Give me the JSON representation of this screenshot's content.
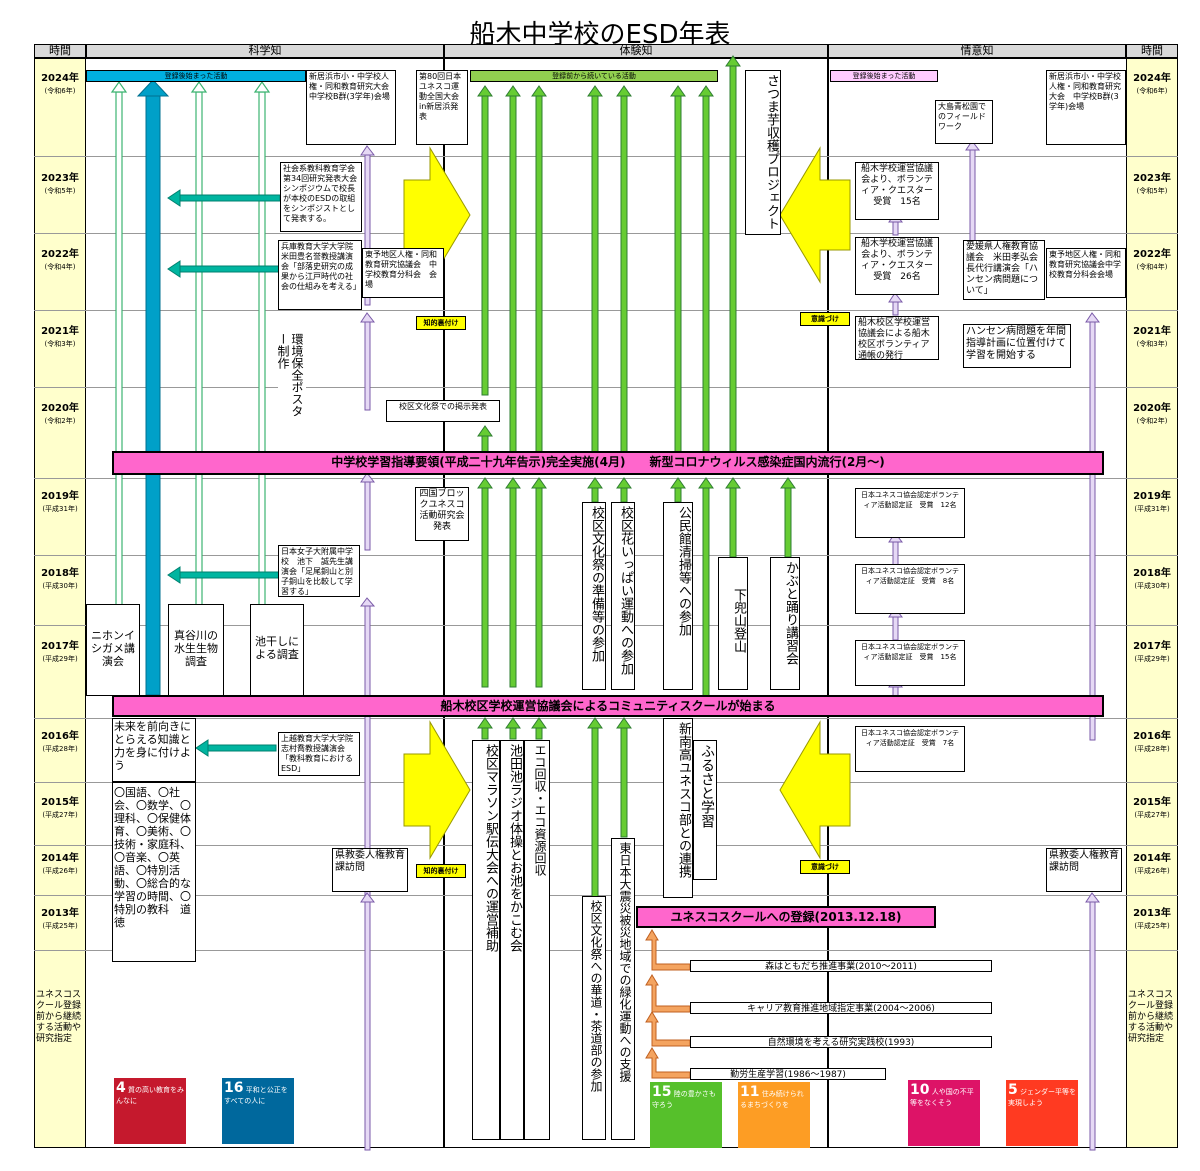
{
  "title": "船木中学校のESD年表",
  "headers": {
    "time_l": "時間",
    "sci": "科学知",
    "exp": "体験知",
    "emo": "情意知",
    "time_r": "時間"
  },
  "years": [
    {
      "y": "2024年",
      "e": "(令和6年)"
    },
    {
      "y": "2023年",
      "e": "(令和5年)"
    },
    {
      "y": "2022年",
      "e": "(令和4年)"
    },
    {
      "y": "2021年",
      "e": "(令和3年)"
    },
    {
      "y": "2020年",
      "e": "(令和2年)"
    },
    {
      "y": "2019年",
      "e": "(平成31年)"
    },
    {
      "y": "2018年",
      "e": "(平成30年)"
    },
    {
      "y": "2017年",
      "e": "(平成29年)"
    },
    {
      "y": "2016年",
      "e": "(平成28年)"
    },
    {
      "y": "2015年",
      "e": "(平成27年)"
    },
    {
      "y": "2014年",
      "e": "(平成26年)"
    },
    {
      "y": "2013年",
      "e": "(平成25年)"
    }
  ],
  "pre_reg": "ユネスコスクール登録前から継続する活動や研究指定",
  "bars": {
    "sci": "登録後始まった活動",
    "exp": "登録前から続いている活動",
    "emo": "登録後始まった活動",
    "covid": "中学校学習指導要領(平成二十九年告示)完全実施(4月)　　新型コロナウィルス感染症国内流行(2月～)",
    "cs": "船木校区学校運営協議会によるコミュニティスクールが始まる",
    "unesco": "ユネスコスクールへの登録(2013.12.18)"
  },
  "labels": {
    "chiteki": "知的裏付け",
    "ishiki": "意識づけ"
  },
  "sci": {
    "b1": "新居浜市小・中学校人権・同和教育研究大会　中学校B群(3学年)会場",
    "b2": "社会系教科教育学会第34回研究発表大会シンポジウムで校長が本校のESDの取組をシンポジストとして発表する。",
    "b3": "兵庫教育大学大学院　米田豊名誉教授講演会「部落史研究の成果から江戸時代の社会の仕組みを考える」",
    "b4": "東予地区人権・同和教育研究協議会　中学校教育分科会　会場",
    "poster": "環境保全ポスター制作",
    "b5": "日本女子大附属中学校　池下　誠先生講演会「足尾銅山と別子銅山を比較して学習する」",
    "nihon": "ニホンイシガメ講演会",
    "matani": "真谷川の水生生物調査",
    "ikehoshi": "池干しによる調査",
    "b6": "上越教育大学大学院　志村喬教授講演会「教科教育におけるESD」",
    "knowledge": "未来を前向きにとらえる知識と力を身に付けよう",
    "subjects": "〇国語、〇社会、〇数学、〇理科、〇保健体育、〇美術、〇技術・家庭科、〇音楽、〇英語、〇特別活動、〇総合的な学習の時間、〇特別の教科　道徳",
    "kenkyo": "県教委人権教育課訪問"
  },
  "exp": {
    "b1": "第80回日本ユネスコ運動全国大会in新居浜発表",
    "satsuma": "さつま芋収穫プロジェクト",
    "keiji": "校区文化祭での掲示発表",
    "shikoku": "四国ブロックユネスコ活動研究会発表",
    "marathon": "校区マラソン駅伝大会への運営補助",
    "ikeda": "池田池ラジオ体操とお池をかこむ会",
    "eco": "エコ回収・エコ資源回収",
    "bunka1": "校区文化祭の準備等の参加",
    "hana": "校区花いっぱい運動への参加",
    "kominkan": "公民館清掃等への参加",
    "shimokabuto": "下兜山登山",
    "kabuto": "かぶと踊り講習会",
    "shinnan": "新南高ユネスコ部との連携",
    "furusato": "ふるさと学習",
    "bunka2": "校区文化祭への華道・茶道部の参加",
    "tohoku": "東日本大震災被災地域での緑化運動への支援"
  },
  "emo": {
    "oshima": "大島青松園でのフィールドワーク",
    "b1": "新居浜市小・中学校人権・同和教育研究大会　中学校B群(3学年)会場",
    "v2023": "船木学校運営協議会より、ボランティア・クエスター受賞　15名",
    "v2022": "船木学校運営協議会より、ボランティア・クエスター受賞　26名",
    "ehime": "愛媛県人権教育協議会　米田孝弘会長代行講演会「ハンセン病問題について」",
    "toyo": "東予地区人権・同和教育研究協議会中学校教育分科会会場",
    "tsucho": "船木校区学校運営協議会による船木校区ボランティア通帳の発行",
    "hansen": "ハンセン病問題を年間指導計画に位置付けて学習を開始する",
    "u2019": "日本ユネスコ協会認定ボランティア活動認定証　受賞　12名",
    "u2018": "日本ユネスコ協会認定ボランティア活動認定証　受賞　8名",
    "u2017": "日本ユネスコ協会認定ボランティア活動認定証　受賞　15名",
    "u2016": "日本ユネスコ協会認定ボランティア活動認定証　受賞　7名",
    "kenkyo": "県教委人権教育課訪問"
  },
  "pre": [
    "森はともだち推進事業(2010～2011)",
    "キャリア教育推進地域指定事業(2004～2006)",
    "自然環境を考える研究実践校(1993)",
    "勤労生産学習(1986～1987)"
  ],
  "sdgs": [
    {
      "n": "4",
      "t": "質の高い教育をみんなに",
      "color": "#c5192d"
    },
    {
      "n": "16",
      "t": "平和と公正をすべての人に",
      "color": "#00689d"
    },
    {
      "n": "15",
      "t": "陸の豊かさも守ろう",
      "color": "#56c02b"
    },
    {
      "n": "11",
      "t": "住み続けられるまちづくりを",
      "color": "#fd9d24"
    },
    {
      "n": "10",
      "t": "人や国の不平等をなくそう",
      "color": "#dd1367"
    },
    {
      "n": "5",
      "t": "ジェンダー平等を実現しよう",
      "color": "#ff3a21"
    }
  ]
}
